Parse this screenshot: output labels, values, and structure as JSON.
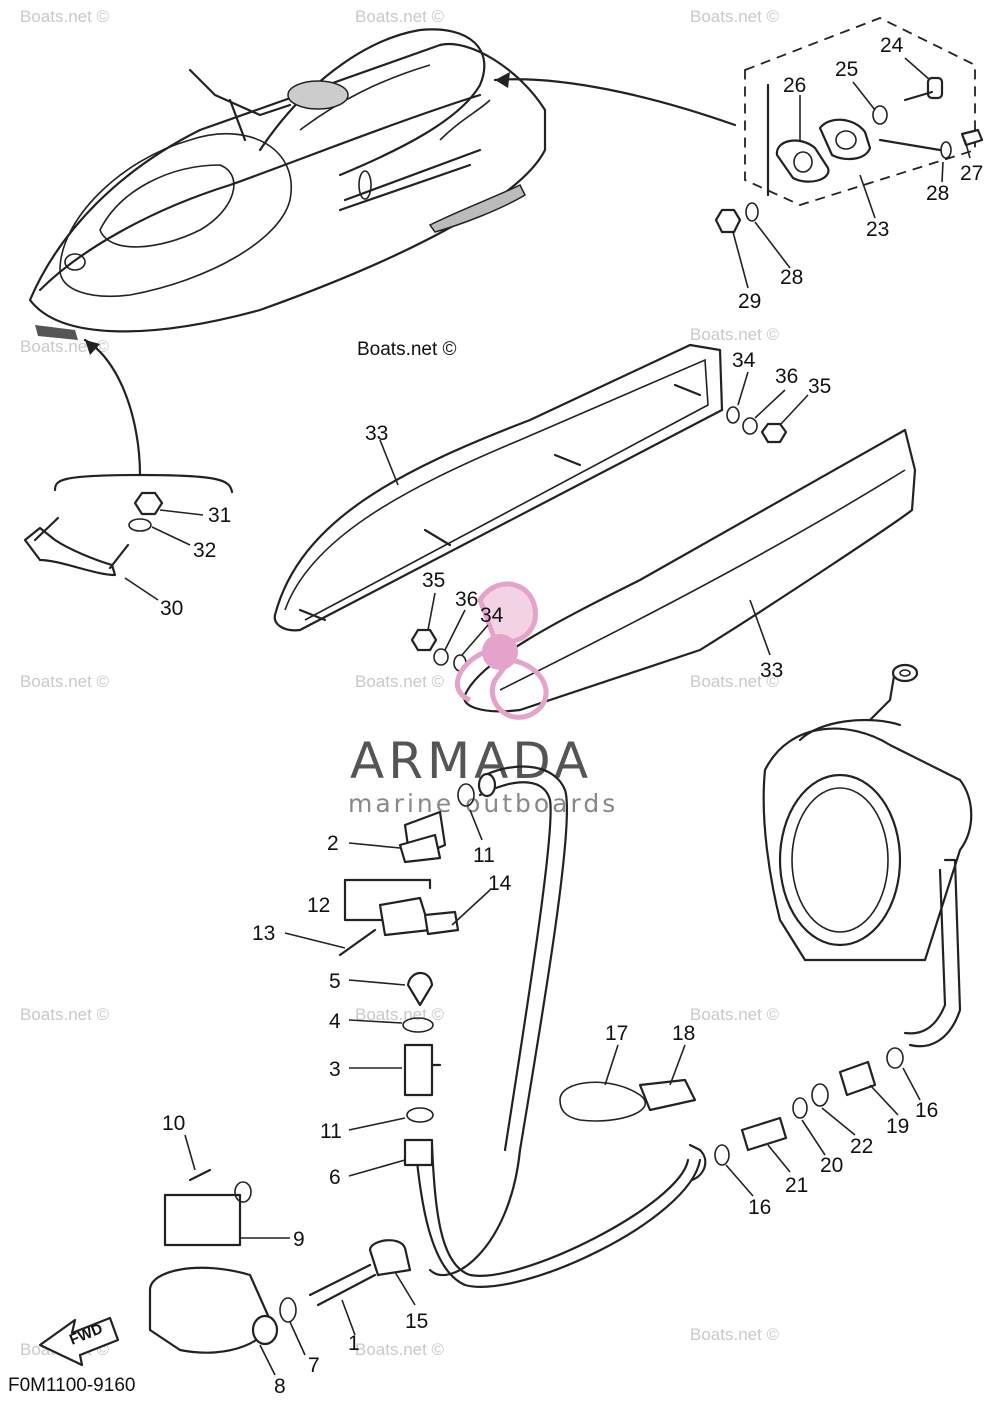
{
  "watermark_text": "Boats.net ©",
  "copyright": "Boats.net ©",
  "diagram_code": "F0M1100-9160",
  "brand": {
    "name": "ARMADA",
    "tagline": "marine outboards",
    "color": "#e5a3cb"
  },
  "fwd_label": "FWD",
  "callouts": [
    "1",
    "2",
    "3",
    "4",
    "5",
    "6",
    "7",
    "8",
    "9",
    "10",
    "11",
    "11",
    "12",
    "13",
    "14",
    "15",
    "16",
    "16",
    "17",
    "18",
    "19",
    "20",
    "21",
    "22",
    "23",
    "24",
    "25",
    "26",
    "27",
    "28",
    "28",
    "29",
    "30",
    "31",
    "32",
    "33",
    "33",
    "34",
    "34",
    "35",
    "35",
    "36",
    "36"
  ]
}
